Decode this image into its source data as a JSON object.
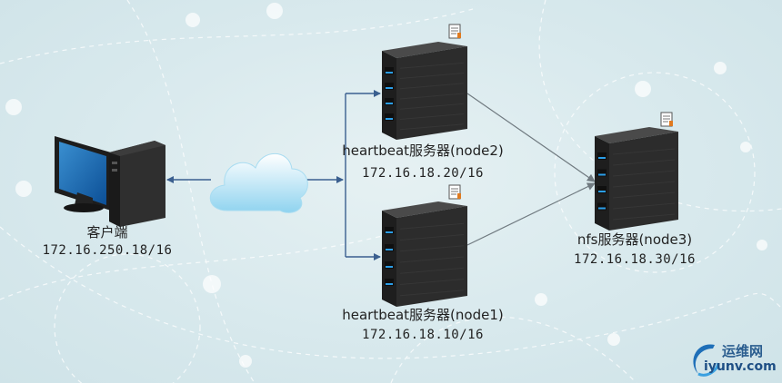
{
  "client": {
    "label": "客户端",
    "ip": "172.16.250.18/16"
  },
  "node2": {
    "label": "heartbeat服务器(node2)",
    "ip": "172.16.18.20/16"
  },
  "node1": {
    "label": "heartbeat服务器(node1)",
    "ip": "172.16.18.10/16"
  },
  "node3": {
    "label": "nfs服务器(node3)",
    "ip": "172.16.18.30/16"
  },
  "watermark": {
    "cn": "运维网",
    "url": "iyunv.com"
  },
  "colors": {
    "arrow": "#3a5f8f",
    "link": "#707a80",
    "led": "#2b9ee8",
    "server": "#2b2b2b"
  }
}
